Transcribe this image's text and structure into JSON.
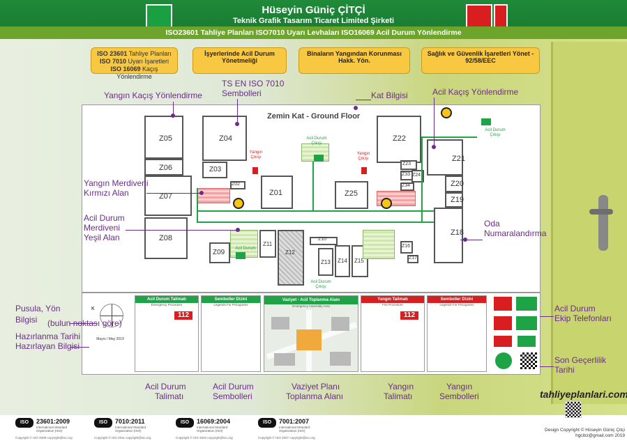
{
  "header": {
    "title": "Hüseyin Güniç ÇİTÇİ",
    "subtitle": "Teknik Grafik Tasarım Ticaret Limited Şirketi",
    "standards_line": "ISO23601 Tahliye Planları ISO7010 Uyarı Levhaları ISO16069 Acil Durum Yönlendirme"
  },
  "info_boxes": {
    "iso": [
      {
        "code": "ISO 23601",
        "text": "Tahliye Planları"
      },
      {
        "code": "ISO 7010",
        "text": "Uyarı İşaretleri"
      },
      {
        "code": "ISO 16069",
        "text": "Kaçış Yönlendirme"
      }
    ],
    "box_a": {
      "title": "İşyerlerinde Acil Durum Yönetmeliği"
    },
    "box_b": {
      "title": "Binaların Yangından Korunması Hakk. Yön."
    },
    "box_c": {
      "title": "Sağlık ve Güvenlik İşaretleri Yönet - 92/58/EEC"
    }
  },
  "callouts": {
    "yangin_kacis": "Yangın Kaçış Yönlendirme",
    "ts_en_1": "TS EN ISO 7010",
    "ts_en_2": "Sembolleri",
    "kat_bilgisi": "Kat Bilgisi",
    "acil_kacis": "Acil Kaçış Yönlendirme",
    "merdiven_kirmizi_1": "Yangın Merdiveni",
    "merdiven_kirmizi_2": "Kırmızı Alan",
    "merdiven_yesil_1": "Acil Durum",
    "merdiven_yesil_2": "Merdiveni",
    "merdiven_yesil_3": "Yeşil Alan",
    "oda_1": "Oda",
    "oda_2": "Numaralandırma",
    "pusula_1": "Pusula, Yön",
    "pusula_2": "Bilgisi",
    "pusula_small": "(bulun noktası göre)",
    "hazirlanma_1": "Hazırlanma Tarihi",
    "hazirlanma_2": "Hazırlayan Bilgisi",
    "ekip_1": "Acil Durum",
    "ekip_2": "Ekip Telefonları",
    "son_1": "Son Geçerlilik",
    "son_2": "Tarihi",
    "acil_talimat_1": "Acil Durum",
    "acil_talimat_2": "Talimatı",
    "acil_sembol_1": "Acil Durum",
    "acil_sembol_2": "Sembolleri",
    "vaziyet_1": "Vaziyet Planı",
    "vaziyet_2": "Toplanma Alanı",
    "yangin_talimat_1": "Yangın",
    "yangin_talimat_2": "Talimatı",
    "yangin_sembol_1": "Yangın",
    "yangin_sembol_2": "Sembolleri"
  },
  "plan": {
    "floor_title": "Zemin Kat - Ground Floor",
    "rooms": [
      "Z05",
      "Z04",
      "Z06",
      "Z03",
      "Z02",
      "Z07",
      "Z01",
      "Z25",
      "Z08",
      "Z09",
      "Z11",
      "Z12",
      "Z13",
      "Z14",
      "Z15",
      "Z16",
      "Z17",
      "Z22",
      "Z23",
      "Z24",
      "Z21",
      "Z20",
      "Z19",
      "Z18",
      "Z10",
      "Z34",
      "Z33"
    ],
    "yangin_cikisi": "Yangın Çıkışı",
    "acil_durum_cikisi": "Acil Durum Çıkışı",
    "acil_durum": "Acil Durum"
  },
  "legend": {
    "acil_talimat_title": "Acil Durum Talimatı",
    "acil_talimat_sub": "Emergency Procedure",
    "acil_sembol_title": "Semboller Dizini",
    "acil_sembol_sub": "Legends For Pictograms",
    "vaziyet_title": "Vaziyet - Acil Toplanma Alanı",
    "vaziyet_sub": "Emergency Assembly Area",
    "yangin_talimat_title": "Yangın Talimatı",
    "yangin_talimat_sub": "Fire Procedure",
    "yangin_sembol_title": "Semboller Dizini",
    "yangin_sembol_sub": "Legends For Pictograms",
    "tel": "112",
    "date": "Mayıs / May 2019",
    "compass_letter": "K"
  },
  "footer": {
    "link": "tahliyeplanlari.com",
    "copyright_1": "Design Copyright © Hüseyin Güniç Çitçi",
    "copyright_2": "hgcitci@gmail.com 2019",
    "iso_badges": [
      {
        "logo": "ISO",
        "num": "23601:2009",
        "org": "International Standard Organization (ISO)",
        "cp": "Copyright © ISO 2009 copyright@iso.org"
      },
      {
        "logo": "ISO",
        "num": "7010:2011",
        "org": "International Standard Organization (ISO)",
        "cp": "Copyright © ISO 2011 copyright@iso.org"
      },
      {
        "logo": "ISO",
        "num": "16069:2004",
        "org": "International Standard Organization (ISO)",
        "cp": "Copyright © ISO 2004 copyright@iso.org"
      },
      {
        "logo": "ISO",
        "num": "7001:2007",
        "org": "International Standard Organization (ISO)",
        "cp": "Copyright © ISO 2007 copyright@iso.org"
      }
    ]
  },
  "colors": {
    "brand_green": "#1fa347",
    "fire_red": "#d81e1e",
    "callout_purple": "#6a2c8a",
    "info_yellow": "#f9c842",
    "door_green": "#c8d56e"
  },
  "icons": [
    "running-exit-icon",
    "fire-exit-icon",
    "fire-extinguisher-icon",
    "compass-icon",
    "qr-code-icon"
  ]
}
